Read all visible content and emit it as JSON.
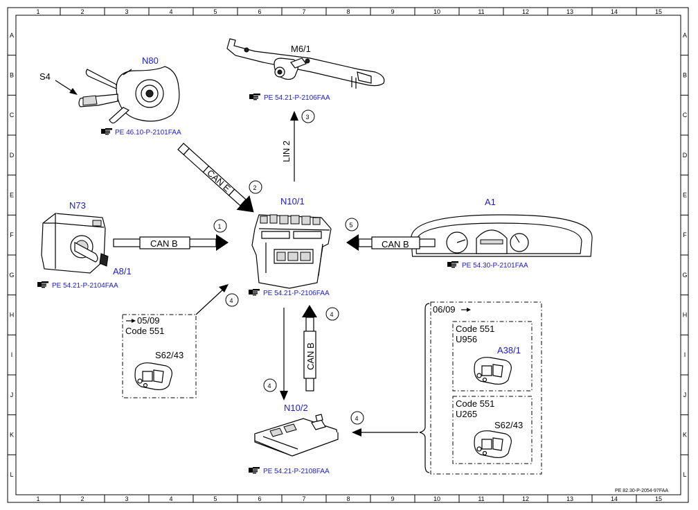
{
  "grid": {
    "columns": [
      "1",
      "2",
      "3",
      "4",
      "5",
      "6",
      "7",
      "8",
      "9",
      "10",
      "11",
      "12",
      "13",
      "14",
      "15"
    ],
    "rows": [
      "A",
      "B",
      "C",
      "D",
      "E",
      "F",
      "G",
      "H",
      "I",
      "J",
      "K",
      "L"
    ]
  },
  "components": {
    "n80": {
      "label": "N80",
      "ref": "PE 46.10-P-2101FAA"
    },
    "s4": {
      "label": "S4"
    },
    "m6_1": {
      "label": "M6/1",
      "ref": "PE 54.21-P-2106FAA"
    },
    "n10_1": {
      "label": "N10/1",
      "ref": "PE 54.21-P-2106FAA"
    },
    "n73": {
      "label": "N73"
    },
    "a8_1": {
      "label": "A8/1",
      "ref": "PE 54.21-P-2104FAA"
    },
    "a1": {
      "label": "A1",
      "ref": "PE 54.30-P-2101FAA"
    },
    "n10_2": {
      "label": "N10/2",
      "ref": "PE 54.21-P-2108FAA"
    }
  },
  "connections": {
    "can_e": "CAN E",
    "lin2": "LIN 2",
    "can_b_left": "CAN B",
    "can_b_right": "CAN B",
    "can_b_vertical": "CAN B"
  },
  "markers": {
    "m1": "1",
    "m2": "2",
    "m3": "3",
    "m4a": "4",
    "m4b": "4",
    "m4c": "4",
    "m4d": "4",
    "m5": "5"
  },
  "variant_boxes": {
    "left": {
      "date": "05/09",
      "code": "Code 551",
      "part": "S62/43"
    },
    "right": {
      "date": "06/09",
      "top": {
        "code": "Code 551",
        "variant": "U956",
        "part": "A38/1"
      },
      "bottom": {
        "code": "Code 551",
        "variant": "U265",
        "part": "S62/43"
      }
    }
  },
  "footer": {
    "doc_id": "PE 82.30-P-2054-97FAA"
  },
  "icons": [
    "reference-hand-icon",
    "arrow-right-icon"
  ],
  "colors": {
    "label_blue": "#1a1ad0",
    "line": "#000000",
    "background": "#ffffff"
  }
}
